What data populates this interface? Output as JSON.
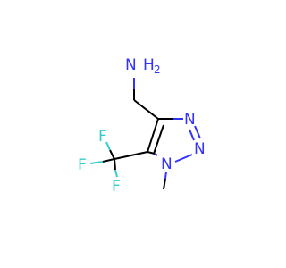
{
  "molecule": {
    "atoms": {
      "amine_n": "N",
      "amine_h": "H",
      "amine_h_count": "2",
      "ring_n2": "N",
      "ring_n3": "N",
      "ring_n1": "N",
      "fluorine_top": "F",
      "fluorine_left": "F",
      "fluorine_bottom": "F"
    },
    "colors": {
      "nitrogen": "#3333ff",
      "fluorine": "#33cccc",
      "carbon_bond": "#000000",
      "background": "#ffffff"
    }
  }
}
